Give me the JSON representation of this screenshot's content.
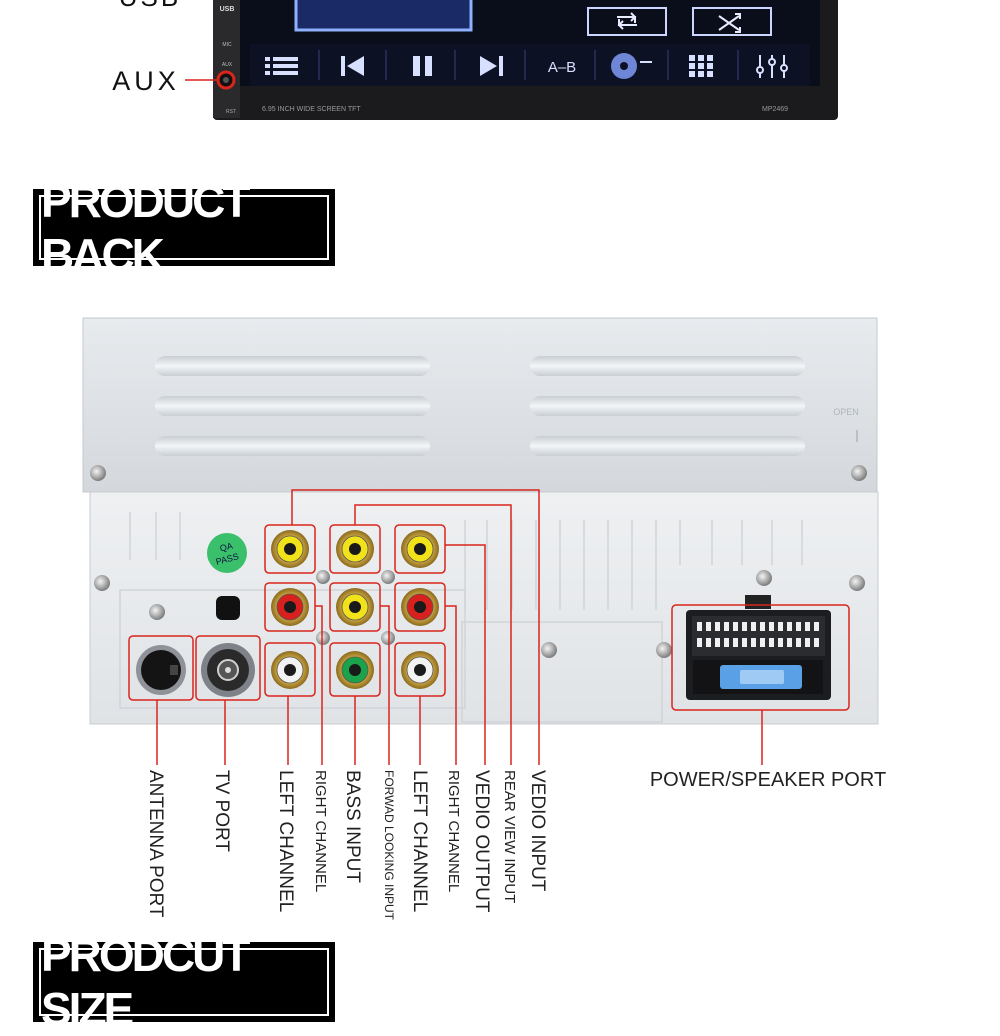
{
  "top_panel": {
    "usb_label": "USB",
    "aux_label": "AUX",
    "usb_port_label": "USB",
    "mic_label": "MIC",
    "aux_port_label": "AUX",
    "rst_label": "RST",
    "ab_label": "A–B",
    "screen_caption": "6.95 INCH WIDE SCREEN TFT",
    "model": "MP2469"
  },
  "headings": {
    "product_back": "PRODUCT BACK",
    "product_size": "PRODCUT SIZE"
  },
  "back_panel": {
    "open_label": "OPEN",
    "qa_label_1": "QA",
    "qa_label_2": "PASS"
  },
  "connector_labels": {
    "antenna_port": "ANTENNA PORT",
    "tv_port": "TV PORT",
    "left_channel_1": "LEFT CHANNEL",
    "right_channel_1": "RIGHT CHANNEL",
    "bass_input": "BASS INPUT",
    "forward_looking_input": "FORWAD LOOKING INPUT",
    "left_channel_2": "LEFT CHANNEL",
    "right_channel_2": "RIGHT CHANNEL",
    "video_output": "VEDIO OUTPUT",
    "rear_view_input": "REAR VIEW INPUT",
    "video_input": "VEDIO INPUT",
    "power_speaker_port": "POWER/SPEAKER PORT"
  },
  "colors": {
    "callout_line": "#d9251c",
    "rca_yellow": "#f2e21a",
    "rca_red": "#d8201f",
    "rca_white": "#f2f2f2",
    "rca_green": "#1aa34a",
    "fuse_blue": "#5aa0e6"
  }
}
